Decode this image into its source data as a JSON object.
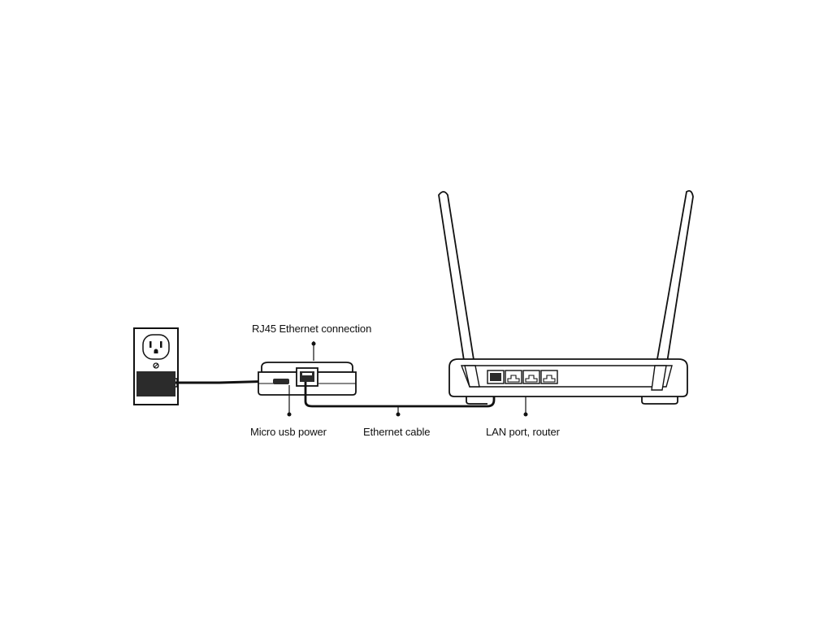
{
  "labels": {
    "rj45": "RJ45 Ethernet connection",
    "usb": "Micro usb power",
    "ethernet": "Ethernet cable",
    "lan": "LAN port, router"
  },
  "colors": {
    "ink": "#111111",
    "plug": "#2b2b2b",
    "fill": "#ffffff"
  },
  "icons": {
    "outlet": "wall-outlet-icon",
    "adapter": "power-adapter-icon",
    "device": "adapter-device-icon",
    "router": "router-icon"
  }
}
